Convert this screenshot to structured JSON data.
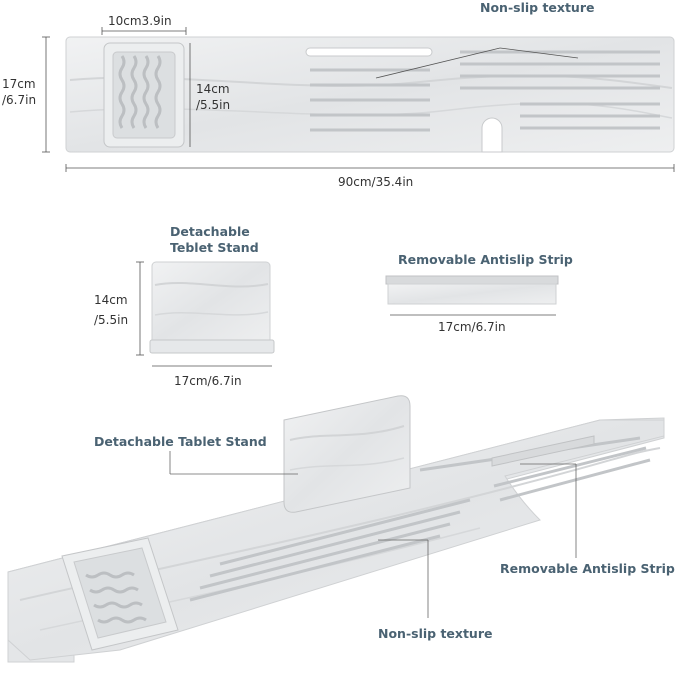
{
  "top_view": {
    "width_label": "10cm3.9in",
    "height_label_line1": "17cm",
    "height_label_line2": "/6.7in",
    "tray_height_line1": "14cm",
    "tray_height_line2": "/5.5in",
    "length_label": "90cm/35.4in",
    "callout": "Non-slip texture"
  },
  "tablet_stand": {
    "title_line1": "Detachable",
    "title_line2": "Teblet Stand",
    "height_line1": "14cm",
    "height_line2": "/5.5in",
    "width_label": "17cm/6.7in"
  },
  "antislip_strip": {
    "title": "Removable Antislip Strip",
    "width_label": "17cm/6.7in"
  },
  "perspective_view": {
    "callout_stand": "Detachable Tablet Stand",
    "callout_strip": "Removable Antislip Strip",
    "callout_texture": "Non-slip texture"
  },
  "colors": {
    "marble": "#e9eaeb",
    "marble_vein": "#c9cbcd",
    "callout_text": "#4a6272",
    "line": "#666666"
  }
}
